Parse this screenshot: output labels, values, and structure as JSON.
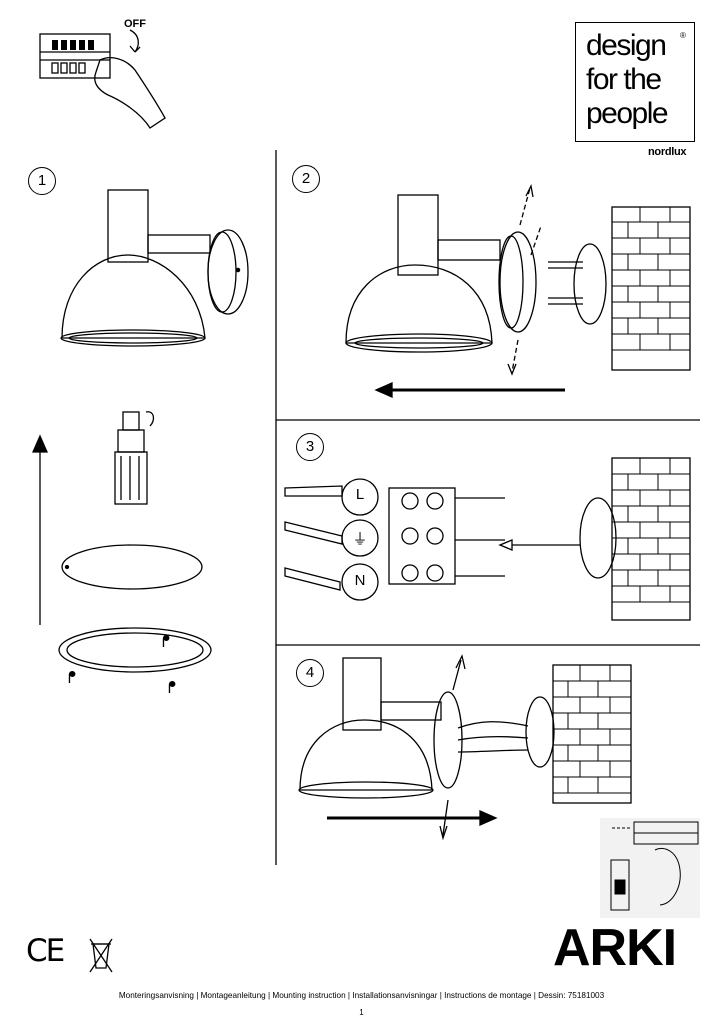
{
  "brand": {
    "logo_lines": [
      "design",
      "for the",
      "people"
    ],
    "logo_registered": "®",
    "maker": "nordlux"
  },
  "power": {
    "off_label": "OFF"
  },
  "steps": [
    "1",
    "2",
    "3",
    "4"
  ],
  "wiring": {
    "terminals": [
      "L",
      "⏚",
      "N"
    ]
  },
  "marks": {
    "ce": "CE"
  },
  "product_name": "ARKI",
  "footer": {
    "text": "Monteringsanvisning | Montageanleitung | Mounting instruction | Installationsanvisningar | Instructions de montage | Dessin: 75181003",
    "page": "1"
  }
}
